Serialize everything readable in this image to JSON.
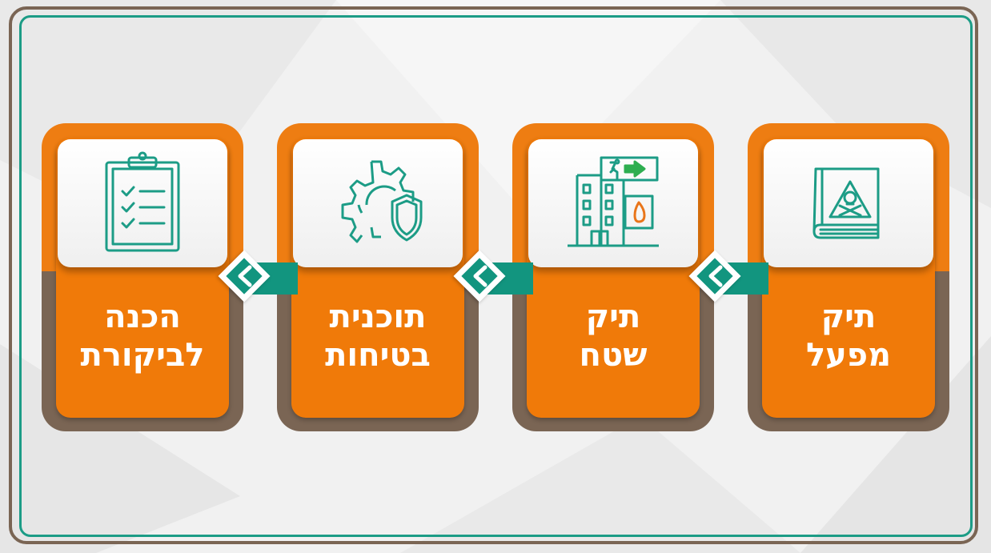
{
  "steps": [
    {
      "title_line1": "תיק",
      "title_line2": "מפעל",
      "icon": "hazard-book-icon"
    },
    {
      "title_line1": "תיק",
      "title_line2": "שטח",
      "icon": "building-exit-fire-icon"
    },
    {
      "title_line1": "תוכנית",
      "title_line2": "בטיחות",
      "icon": "gear-shield-icon"
    },
    {
      "title_line1": "הכנה",
      "title_line2": "לביקורת",
      "icon": "clipboard-checklist-icon"
    }
  ],
  "colors": {
    "orange": "#f07a09",
    "brown": "#7a6554",
    "teal": "#1c9c86",
    "background": "#f1f1f1"
  },
  "connector_icon": "chevron-left-icon"
}
